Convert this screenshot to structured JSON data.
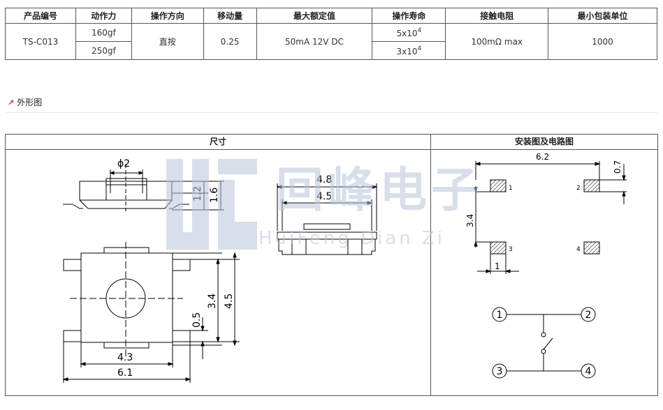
{
  "spec_table": {
    "headers": [
      "产品编号",
      "动作力",
      "操作方向",
      "移动量",
      "最大额定值",
      "操作寿命",
      "接触电阻",
      "最小包装单位"
    ],
    "product_no": "TS-C013",
    "forces": [
      "160gf",
      "250gf"
    ],
    "direction": "直按",
    "travel": "0.25",
    "rating": "50mA 12V DC",
    "life": [
      {
        "base": "5x10",
        "exp": "4"
      },
      {
        "base": "3x10",
        "exp": "4"
      }
    ],
    "resistance": "100mΩ max",
    "min_pack": "1000"
  },
  "section": {
    "title": "外形图",
    "marker": "↗"
  },
  "dimensions_panel": {
    "title": "尺寸",
    "labels": {
      "phi": "ϕ2",
      "h12": "1.2",
      "h16": "1.6",
      "w48": "4.8",
      "w45": "4.5",
      "v34": "3.4",
      "v45": "4.5",
      "v05": "0.5",
      "w43": "4.3",
      "w61": "6.1"
    }
  },
  "install_panel": {
    "title": "安装图及电路图",
    "labels": {
      "w62": "6.2",
      "h07": "0.7",
      "v34": "3.4",
      "w1": "1",
      "p1": "1",
      "p2": "2",
      "p3": "3",
      "p4": "4",
      "c1": "1",
      "c2": "2",
      "c3": "3",
      "c4": "4"
    }
  },
  "watermark": {
    "cn": "回峰电子",
    "en": "HuiFeng Dian Zi"
  },
  "colors": {
    "accent_arrow": "#d9251c",
    "watermark": "#b9c6dc"
  }
}
